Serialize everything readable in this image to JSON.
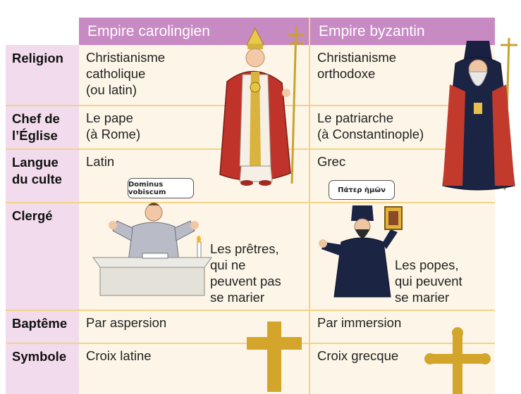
{
  "columns": {
    "carolingian": "Empire carolingien",
    "byzantine": "Empire byzantin"
  },
  "rows": [
    {
      "label": "Religion",
      "carolingian": "Christianisme\ncatholique\n(ou latin)",
      "byzantine": "Christianisme\northodoxe"
    },
    {
      "label": "Chef de\nl’Église",
      "carolingian": "Le pape\n(à Rome)",
      "byzantine": "Le patriarche\n(à Constantinople)"
    },
    {
      "label": "Langue\ndu culte",
      "carolingian": "Latin",
      "byzantine": "Grec"
    },
    {
      "label": "Clergé",
      "carolingian": "Les prêtres,\nqui ne\npeuvent pas\nse marier",
      "byzantine": "Les popes,\nqui peuvent\nse marier"
    },
    {
      "label": "Baptême",
      "carolingian": "Par aspersion",
      "byzantine": "Par immersion"
    },
    {
      "label": "Symbole",
      "carolingian": "Croix latine",
      "byzantine": "Croix grecque"
    }
  ],
  "speech": {
    "priest": "Dominus vobiscum",
    "pope": "Πάτερ ἡμῶν"
  },
  "colors": {
    "header": "#c88ac3",
    "row_label": "#f2dbed",
    "cell": "#fdf6e8",
    "grid": "#f0d486",
    "cross": "#d4a52b"
  },
  "icons": [
    "pope-figure-icon",
    "patriarch-figure-icon",
    "priest-altar-icon",
    "orthodox-priest-icon",
    "latin-cross-icon",
    "byzantine-cross-icon"
  ]
}
